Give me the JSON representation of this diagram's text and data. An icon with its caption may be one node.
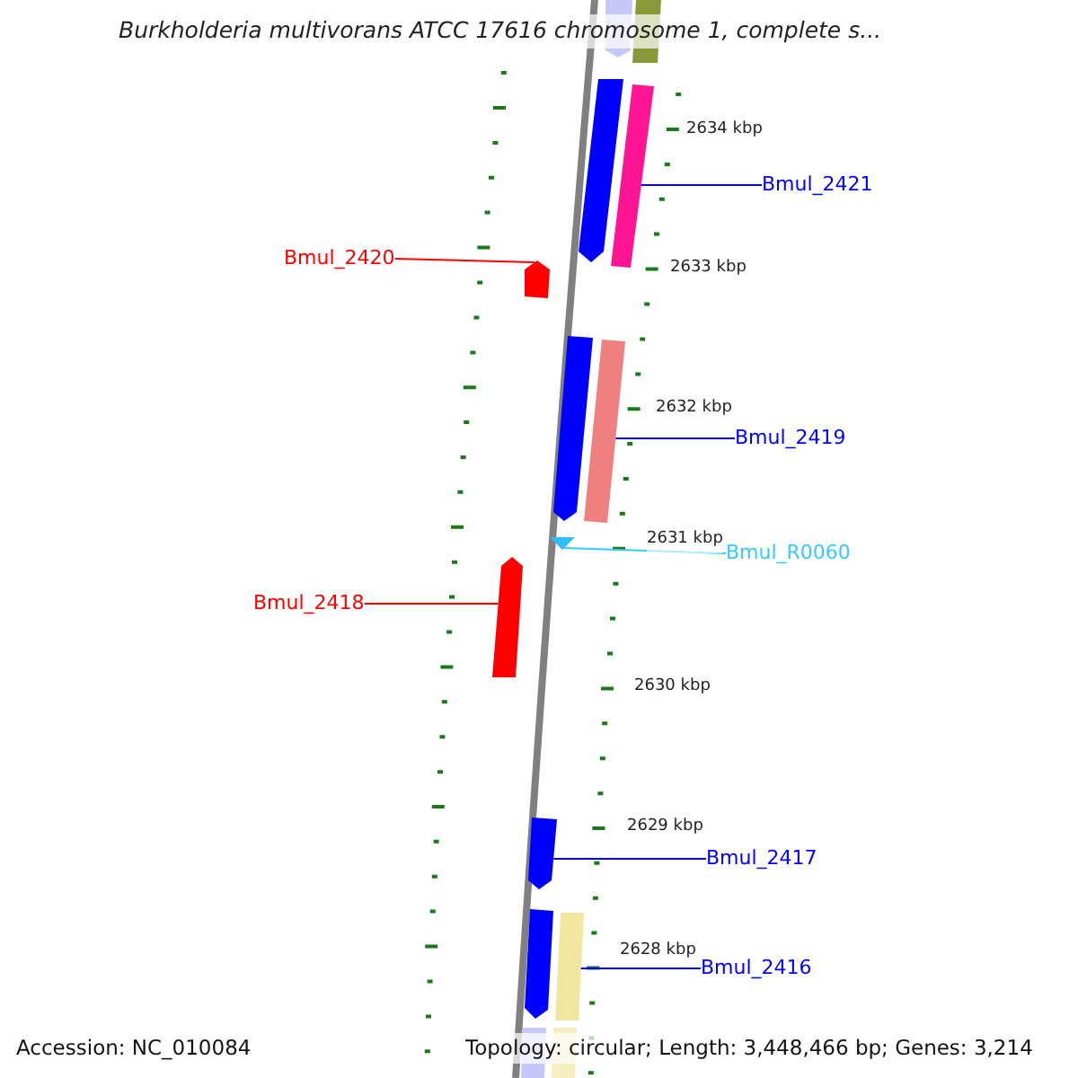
{
  "diagram": {
    "title": "Burkholderia multivorans ATCC 17616 chromosome 1, complete s...",
    "nodes": [
      {
        "text": [
          "Bmul_2421"
        ]
      },
      {
        "text": [
          "Bmul_2420"
        ]
      },
      {
        "text": [
          "Bmul_2419"
        ]
      },
      {
        "text": [
          "Bmul_R0060"
        ]
      },
      {
        "text": [
          "Bmul_2418"
        ]
      },
      {
        "text": [
          "Bmul_2417"
        ]
      },
      {
        "text": [
          "Bmul_2416"
        ]
      },
      {
        "text": [],
        "shape": "pentagon"
      },
      {
        "text": [],
        "shape": "box"
      },
      {
        "text": [],
        "shape": "pentagon"
      },
      {
        "text": [],
        "shape": "box"
      },
      {
        "text": [],
        "shape": "pentagon"
      },
      {
        "text": [],
        "shape": "pentagon"
      },
      {
        "text": [],
        "shape": "box"
      },
      {
        "text": [],
        "shape": "triangle"
      },
      {
        "text": [],
        "shape": "pentagon"
      },
      {
        "text": [],
        "shape": "pentagon"
      },
      {
        "text": [],
        "shape": "pentagon"
      },
      {
        "text": [],
        "shape": "box"
      },
      {
        "text": [],
        "shape": "box"
      },
      {
        "text": [],
        "shape": "box"
      }
    ],
    "edges": [
      {
        "from": 0,
        "to": 10,
        "arrow": "none"
      },
      {
        "from": 1,
        "to": 11,
        "arrow": "none",
        "color": "#ff0000"
      },
      {
        "from": 2,
        "to": 13,
        "arrow": "none"
      },
      {
        "from": 3,
        "to": 14,
        "arrow": "none",
        "color": "#33ccff"
      },
      {
        "from": 4,
        "to": 15,
        "arrow": "none",
        "color": "#ff0000"
      },
      {
        "from": 5,
        "to": 16,
        "arrow": "none"
      },
      {
        "from": 6,
        "to": 18,
        "arrow": "none"
      }
    ],
    "labels": [
      "2634 kbp",
      "2633 kbp",
      "2632 kbp",
      "2631 kbp",
      "2630 kbp",
      "2629 kbp",
      "2628 kbp",
      "Accession: NC_010084",
      "Topology: circular; Length: 3,448,466 bp; Genes: 3,214"
    ]
  }
}
